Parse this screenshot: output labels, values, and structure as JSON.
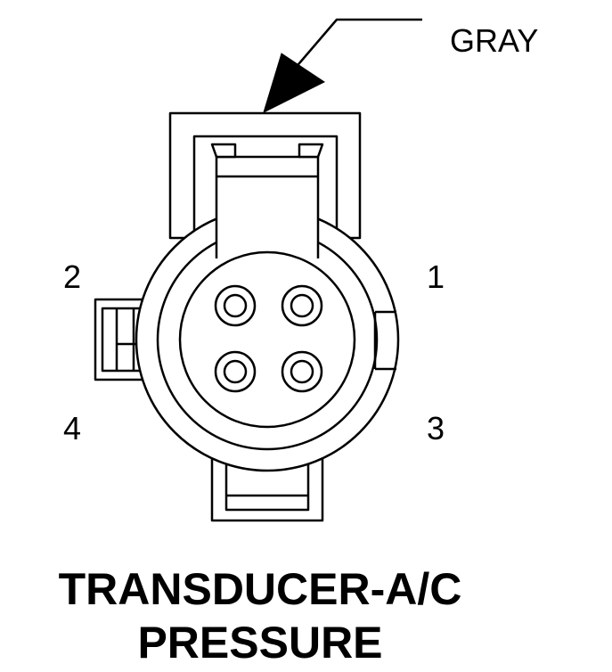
{
  "wire_color_label": "GRAY",
  "cavity_labels": {
    "c1": "1",
    "c2": "2",
    "c3": "3",
    "c4": "4"
  },
  "title": {
    "line1": "TRANSDUCER-A/C",
    "line2": "PRESSURE"
  }
}
